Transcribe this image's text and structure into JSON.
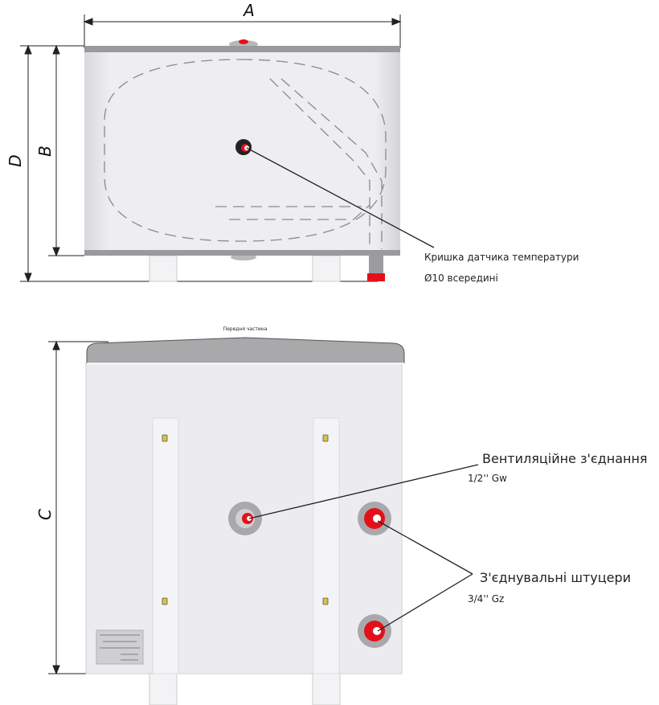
{
  "dimensions": {
    "a": "A",
    "b": "B",
    "c": "C",
    "d": "D"
  },
  "top_view": {
    "sensor_cover_label": "Кришка датчика температури",
    "sensor_cover_size": "Ø10 всередині"
  },
  "front_view": {
    "front_label": "Передня частина",
    "vent_connection_label": "Вентиляційне з'єднання",
    "vent_connection_size": "1/2'' Gw",
    "connection_fittings_label": "З'єднувальні штуцери",
    "connection_fittings_size": "3/4'' Gz"
  },
  "colors": {
    "accent_red": "#e3101a",
    "body": "#ececef",
    "band": "#9a9a9c"
  }
}
